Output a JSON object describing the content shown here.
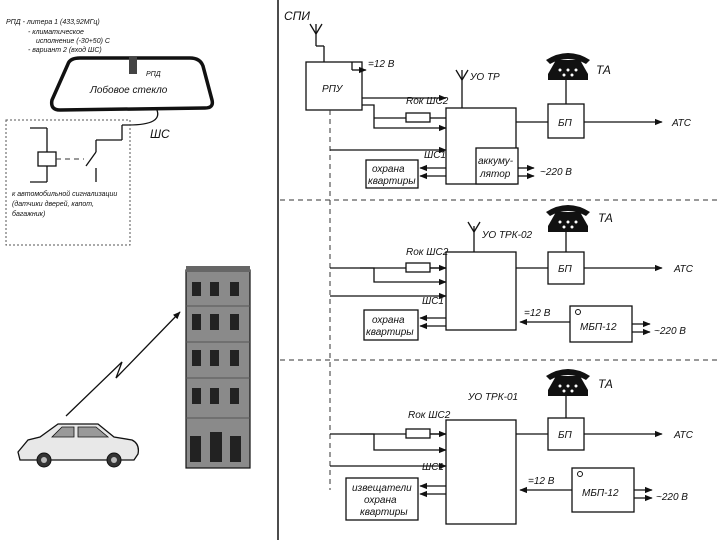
{
  "colors": {
    "ink": "#111111",
    "building": "#7a7a7a",
    "background": "#ffffff"
  },
  "left": {
    "rpd_note": [
      "РПД - литера 1 (433,92МГц)",
      "- климатическое",
      "исполнение (-30+50)  С",
      "- вариант 2 (вход ШС)"
    ],
    "rpd_label": "РПД",
    "windshield_label": "Лобовое стекло",
    "shs_label": "ШС",
    "car_alarm_note": [
      "к автомобильной сигнализации",
      "(датчики дверей, капот,",
      "багажник)"
    ],
    "car_icon": "car-icon",
    "building_icon": "building-icon",
    "radio_link_icon": "lightning-arrow-icon"
  },
  "right": {
    "spi_label": "СПИ",
    "rpu_label": "РПУ",
    "rpu_power": "=12 В",
    "blocks": [
      {
        "device": "УО ТР",
        "rok_label": "Rок ШС2",
        "shs1_label": "ШС1",
        "guard_label": [
          "охрана",
          "квартиры"
        ],
        "inner_label": [
          "аккуму-",
          "лятор"
        ],
        "supply_label": "~220 В",
        "ta_label": "ТА",
        "bp_label": "БП",
        "ats_label": "АТС"
      },
      {
        "device": "УО ТРК-02",
        "rok_label": "Rок ШС2",
        "shs1_label": "ШС1",
        "guard_label": [
          "охрана",
          "квартиры"
        ],
        "dc_label": "=12 В",
        "mbp_label": "МБП-12",
        "supply_label": "~220 В",
        "ta_label": "ТА",
        "bp_label": "БП",
        "ats_label": "АТС"
      },
      {
        "device": "УО ТРК-01",
        "rok_label": "Rок ШС2",
        "shs1_label": "ШС1",
        "guard_label": [
          "извещатели",
          "охрана",
          "квартиры"
        ],
        "dc_label": "=12 В",
        "mbp_label": "МБП-12",
        "supply_label": "~220 В",
        "ta_label": "ТА",
        "bp_label": "БП",
        "ats_label": "АТС"
      }
    ]
  }
}
